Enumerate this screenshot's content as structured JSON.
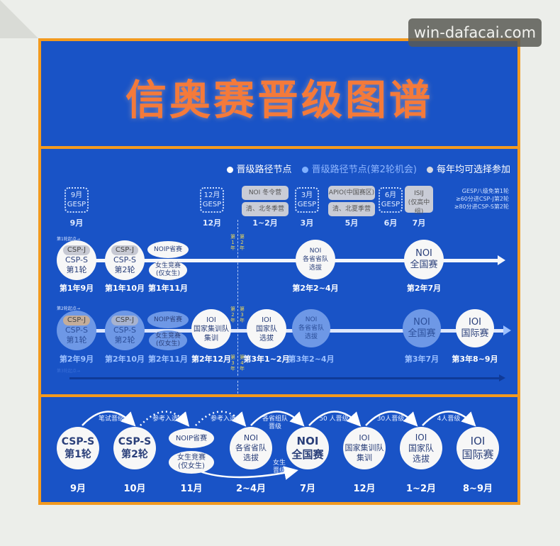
{
  "watermark": "win-dafacai.com",
  "header": {
    "title": "信奥赛晋级图谱"
  },
  "legend": [
    {
      "label": "晋级路径节点",
      "color": "#ffffff"
    },
    {
      "label": "晋级路径节点(第2轮机会)",
      "color": "#7fb0ff"
    },
    {
      "label": "每年均可选择参加",
      "color": "#d6d8e0"
    }
  ],
  "optional_events": [
    {
      "box": [
        "9月",
        "GESP"
      ],
      "month": "9月"
    },
    {
      "box": [
        "12月",
        "GESP"
      ],
      "month": "12月"
    },
    {
      "box": [
        "NOI 冬令营",
        "清、北冬季营"
      ],
      "month": "1~2月"
    },
    {
      "box": [
        "3月",
        "GESP"
      ],
      "month": "3月"
    },
    {
      "box": [
        "APIO(中国赛区)",
        "清、北夏季营"
      ],
      "month": "5月"
    },
    {
      "box": [
        "6月",
        "GESP"
      ],
      "month": "6月"
    },
    {
      "box": [
        "ISIJ",
        "(仅高中组)"
      ],
      "month": "7月"
    }
  ],
  "gesp_note": [
    "GESP八级免第1轮",
    "≥60分进CSP-J第2轮",
    "≥80分进CSP-S第2轮"
  ],
  "round1": {
    "start_label": "第1轮起点→",
    "nodes": [
      {
        "tag": "CSP-J",
        "lines": [
          "CSP-S",
          "第1轮"
        ],
        "date": "第1年9月"
      },
      {
        "tag": "CSP-J",
        "lines": [
          "CSP-S",
          "第2轮"
        ],
        "date": "第1年10月"
      },
      {
        "top": "NOIP省赛",
        "bottom": [
          "女生竞赛",
          "(仅女生)"
        ],
        "date": "第1年11月"
      },
      {
        "lines": [
          "NOI",
          "各省省队",
          "选拔"
        ],
        "date": "第2年2~4月"
      },
      {
        "lines": [
          "NOI",
          "全国赛"
        ],
        "date": "第2年7月"
      }
    ],
    "year_divider": [
      "第1年",
      "第2年"
    ]
  },
  "round2": {
    "start_label": "第2轮起点→",
    "nodes": [
      {
        "tag": "CSP-J",
        "lines": [
          "CSP-S",
          "第1轮"
        ],
        "date": "第2年9月"
      },
      {
        "tag": "CSP-J",
        "lines": [
          "CSP-S",
          "第2轮"
        ],
        "date": "第2年10月"
      },
      {
        "top": "NOIP省赛",
        "bottom": [
          "女生竞赛",
          "(仅女生)"
        ],
        "date": "第2年11月"
      },
      {
        "lines": [
          "IOI",
          "国家集训队",
          "集训"
        ],
        "date": "第2年12月"
      },
      {
        "lines": [
          "IOI",
          "国家队",
          "选拔"
        ],
        "date": "第3年1~2月"
      },
      {
        "lines": [
          "NOI",
          "各省省队",
          "选拔"
        ],
        "date": "第3年2~4月"
      },
      {
        "lines": [
          "NOI",
          "全国赛"
        ],
        "date": "第3年7月"
      },
      {
        "lines": [
          "IOI",
          "国际赛"
        ],
        "date": "第3年8~9月"
      }
    ],
    "year_divider_top": [
      "第2年",
      "第3年"
    ],
    "year_divider_bottom": [
      "第3年",
      "第4年"
    ]
  },
  "round3": {
    "start_label": "第3轮起点→"
  },
  "flow": {
    "nodes": [
      {
        "lines": [
          "CSP-S",
          "第1轮"
        ],
        "month": "9月"
      },
      {
        "lines": [
          "CSP-S",
          "第2轮"
        ],
        "month": "10月"
      },
      {
        "top": "NOIP省赛",
        "bottom": [
          "女生竞赛",
          "(仅女生)"
        ],
        "month": "11月"
      },
      {
        "lines": [
          "NOI",
          "各省省队",
          "选拔"
        ],
        "month": "2~4月"
      },
      {
        "lines": [
          "NOI",
          "全国赛"
        ],
        "month": "7月"
      },
      {
        "lines": [
          "IOI",
          "国家集训队",
          "集训"
        ],
        "month": "12月"
      },
      {
        "lines": [
          "IOI",
          "国家队",
          "选拔"
        ],
        "month": "1~2月"
      },
      {
        "lines": [
          "IOI",
          "国际赛"
        ],
        "month": "8~9月"
      }
    ],
    "arrows": [
      "笔试晋级",
      "参考入选",
      "参考入选",
      "各省组队晋级",
      "50 人晋级",
      "30人晋级",
      "4人晋级"
    ],
    "girls_arrow": "女生晋级"
  }
}
